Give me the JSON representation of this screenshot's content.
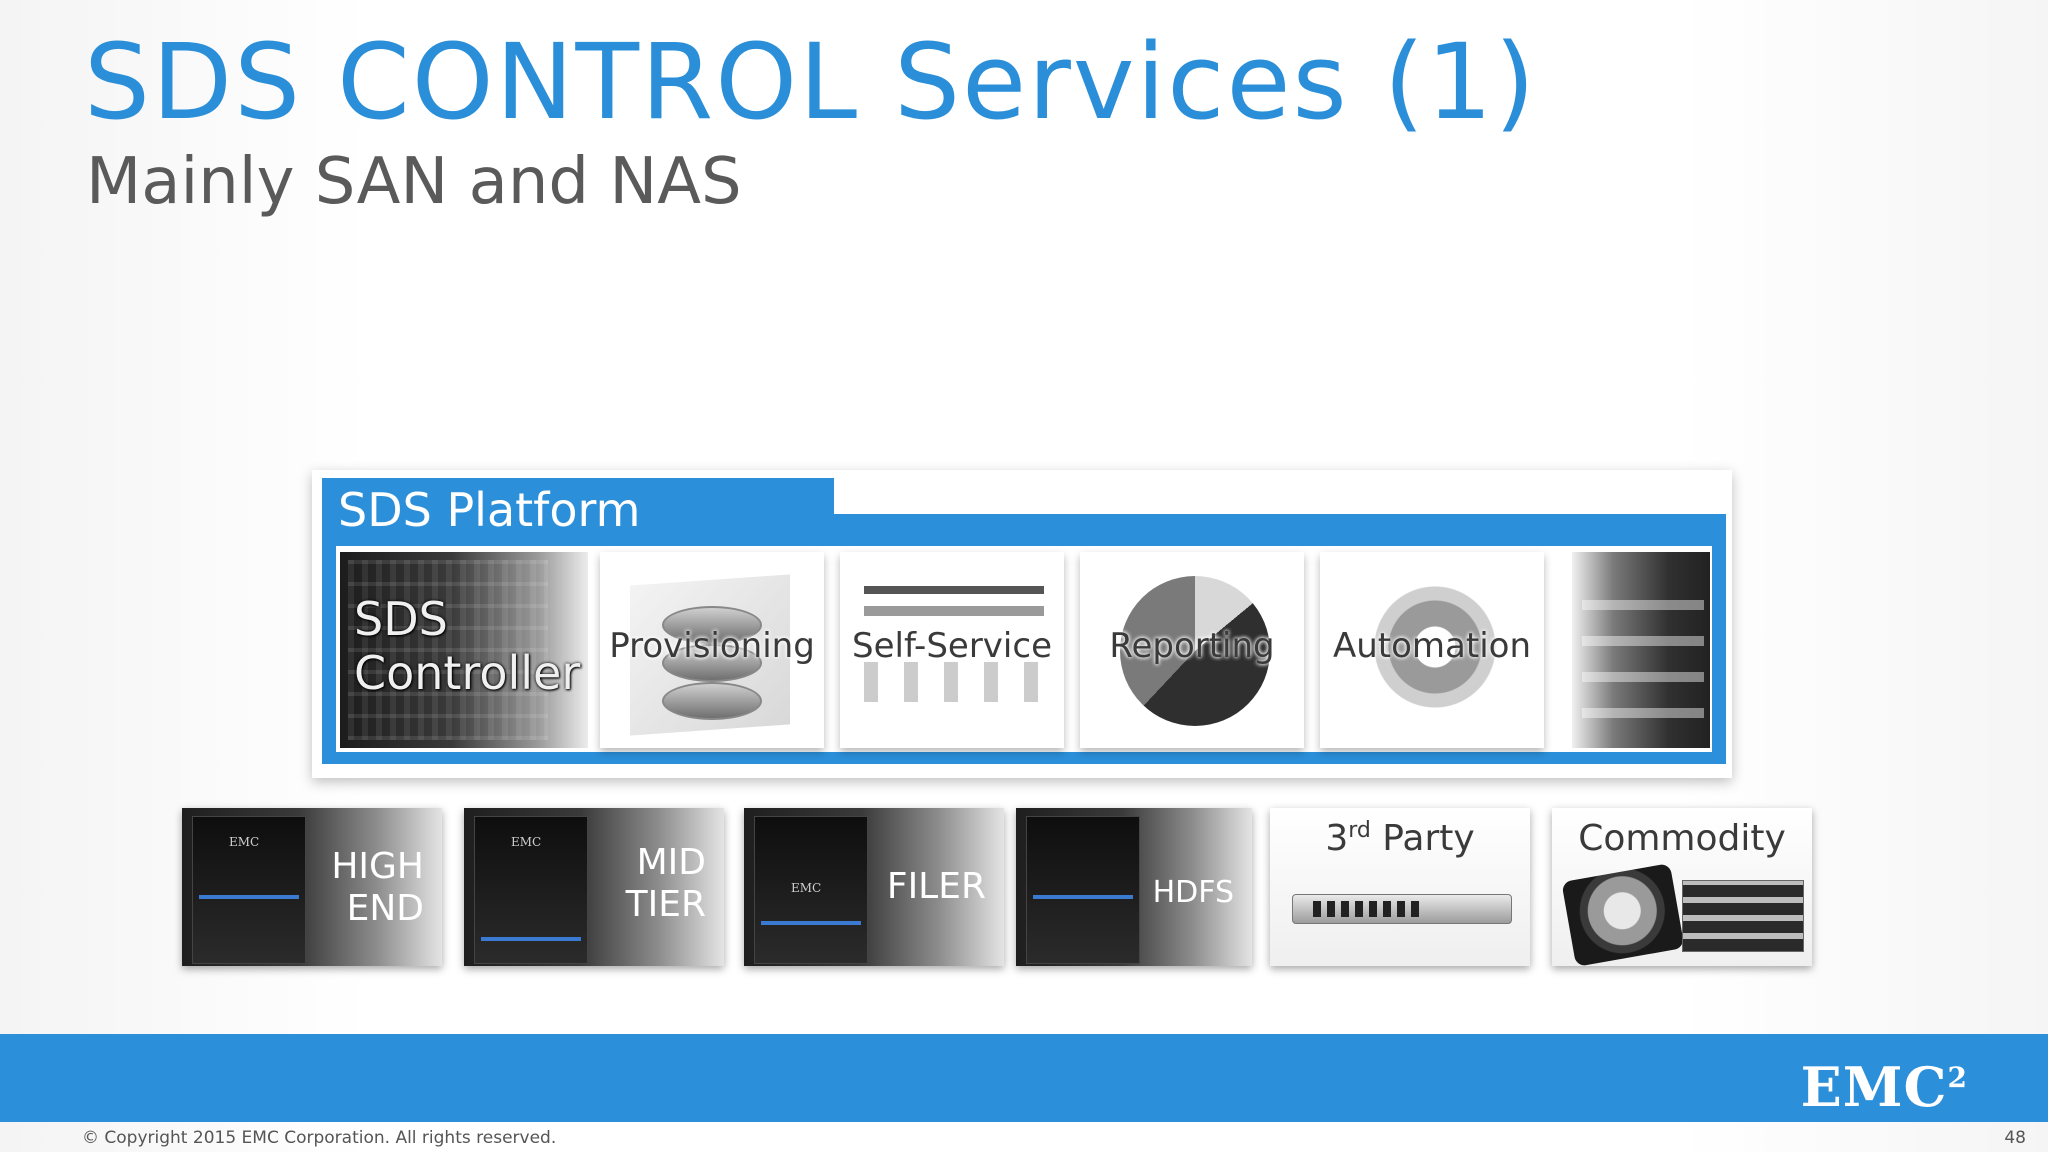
{
  "slide": {
    "title": "SDS CONTROL Services (1)",
    "subtitle": "Mainly SAN and NAS"
  },
  "platform": {
    "label": "SDS Platform",
    "controller": {
      "line1": "SDS",
      "line2": "Controller"
    },
    "services": [
      {
        "label": "Provisioning",
        "icon": "database-icon"
      },
      {
        "label": "Self-Service",
        "icon": "dashboard-screenshot-icon"
      },
      {
        "label": "Reporting",
        "icon": "pie-chart-icon"
      },
      {
        "label": "Automation",
        "icon": "gear-icon"
      }
    ]
  },
  "storage": [
    {
      "line1": "HIGH",
      "line2": "END",
      "brand": "EMC"
    },
    {
      "line1": "MID",
      "line2": "TIER",
      "brand": "EMC"
    },
    {
      "line1": "FILER",
      "line2": "",
      "brand": "EMC"
    },
    {
      "line1": "HDFS",
      "line2": "",
      "brand": ""
    },
    {
      "label_main": "3",
      "label_sup": "rd",
      "label_rest": " Party"
    },
    {
      "label": "Commodity"
    }
  ],
  "footer": {
    "logo": "EMC",
    "logo_sup": "2",
    "copyright": "© Copyright 2015 EMC Corporation. All rights reserved.",
    "page_number": "48"
  },
  "colors": {
    "accent": "#2b8fd9",
    "title": "#2a8fd8",
    "subtitle": "#5a5a5a"
  }
}
